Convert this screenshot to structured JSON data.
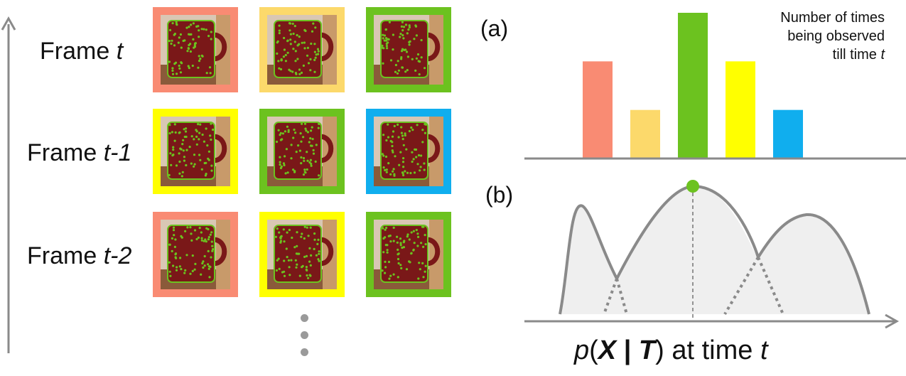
{
  "rows": [
    {
      "label_prefix": "Frame ",
      "label_var": "t",
      "frames": [
        "#f98b73",
        "#fcd96b",
        "#6cc21f"
      ]
    },
    {
      "label_prefix": "Frame ",
      "label_var": "t-1",
      "frames": [
        "#ffff00",
        "#6cc21f",
        "#10aeee"
      ]
    },
    {
      "label_prefix": "Frame ",
      "label_var": "t-2",
      "frames": [
        "#f98b73",
        "#ffff00",
        "#6cc21f"
      ]
    }
  ],
  "panel_a": {
    "letter": "(a)",
    "caption_line1": "Number of times",
    "caption_line2": "being observed",
    "caption_line3_prefix": "till time ",
    "caption_line3_var": "t"
  },
  "panel_b": {
    "letter": "(b)"
  },
  "axis_caption": {
    "p": "p",
    "open": "(",
    "X": "X",
    "bar": " | ",
    "T": "T",
    "close": ")",
    "at_time": " at time ",
    "t": "t"
  },
  "chart_data": {
    "type": "bar",
    "categories": [
      "salmon",
      "light-orange",
      "green",
      "yellow",
      "blue"
    ],
    "values": [
      4,
      2,
      6,
      4,
      2
    ],
    "colors": [
      "#f98b73",
      "#fcd96b",
      "#6cc21f",
      "#ffff00",
      "#10aeee"
    ],
    "grid": false
  },
  "colors": {
    "axis": "#8a8a8a",
    "curve": "#8a8a8a",
    "curve_fill": "#efefef",
    "peak_marker": "#6cc21f",
    "mug": "#7a1818",
    "mug_dots": "#6cc21f"
  }
}
